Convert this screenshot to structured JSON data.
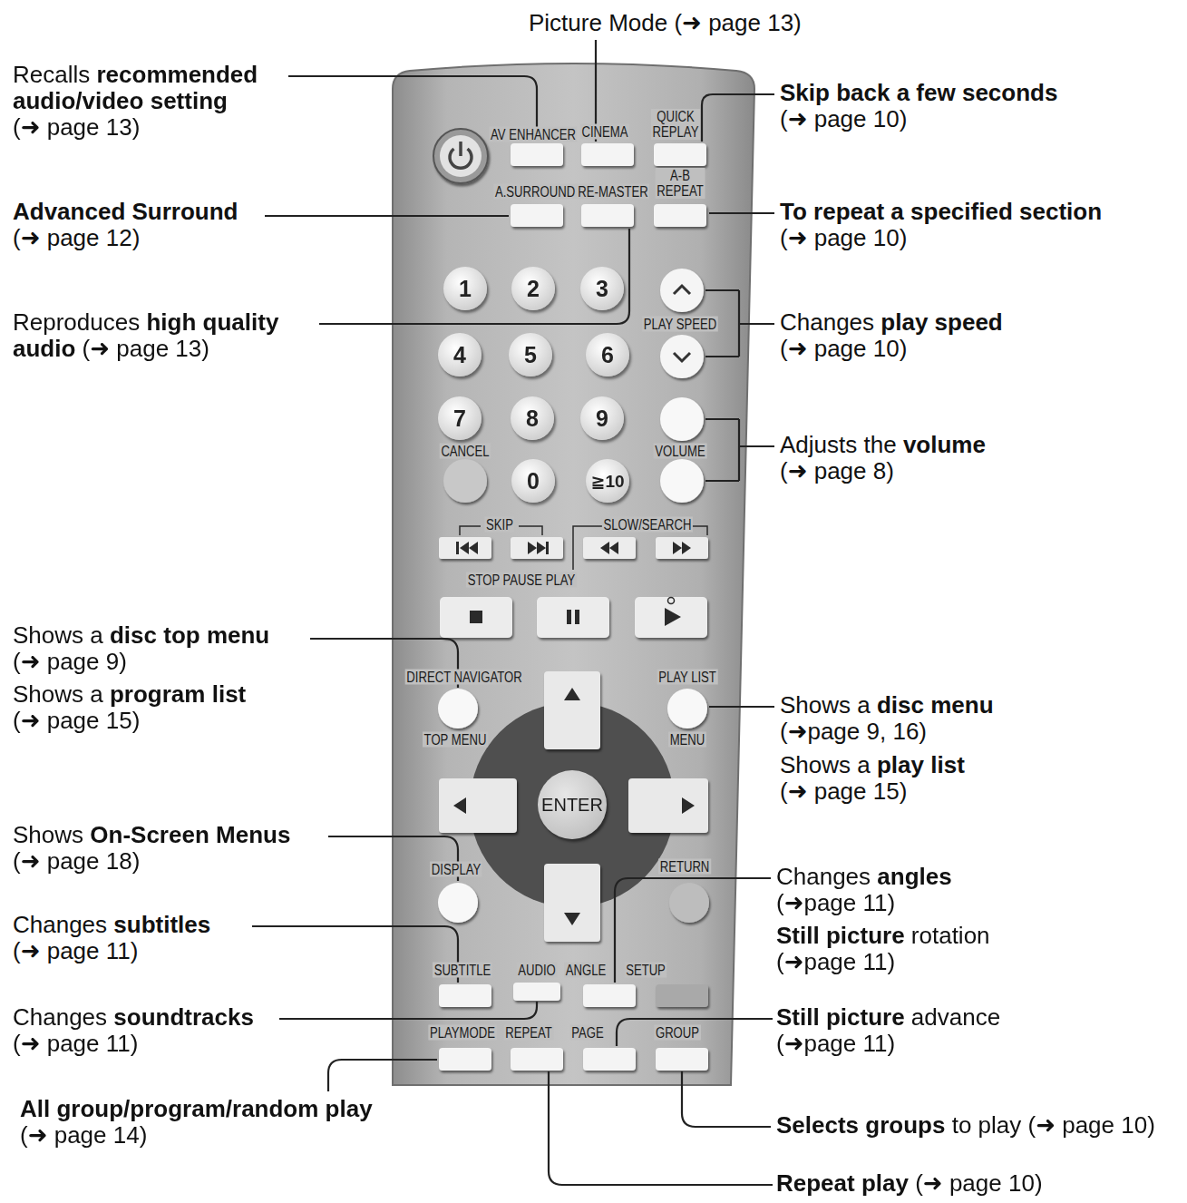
{
  "diagram": {
    "nodes": [
      {
        "text": [
          "1"
        ]
      },
      {
        "text": [
          "2"
        ]
      },
      {
        "text": [
          "3"
        ]
      },
      {
        "text": [
          "4"
        ]
      },
      {
        "text": [
          "5"
        ]
      },
      {
        "text": [
          "6"
        ]
      },
      {
        "text": [
          "7"
        ]
      },
      {
        "text": [
          "8"
        ]
      },
      {
        "text": [
          "9"
        ]
      },
      {
        "text": [
          "0"
        ]
      },
      {
        "text": [
          "≧10"
        ]
      },
      {
        "text": [
          "ENTER"
        ]
      }
    ],
    "labels": [
      "Picture Mode (➜ page 13)",
      "Recalls recommended audio/video setting (➜ page 13)",
      "Skip back a few seconds (➜ page 10)",
      "Advanced Surround (➜ page 12)",
      "To repeat a specified section (➜ page 10)",
      "Reproduces high quality audio (➜ page 13)",
      "Changes play speed (➜ page 10)",
      "Adjusts the volume (➜ page 8)",
      "Shows a disc top menu (➜ page 9)",
      "Shows a program list (➜ page 15)",
      "Shows a disc menu (➜page 9, 16)",
      "Shows a play list (➜ page 15)",
      "Shows On-Screen Menus (➜ page 18)",
      "Changes angles (➜page 11)",
      "Still picture rotation (➜page 11)",
      "Changes subtitles (➜ page 11)",
      "Changes soundtracks (➜ page 11)",
      "Still picture advance (➜page 11)",
      "All group/program/random play (➜ page 14)",
      "Selects groups to play (➜ page 10)",
      "Repeat play (➜ page 10)",
      "AV ENHANCER",
      "CINEMA",
      "QUICK REPLAY",
      "A.SURROUND",
      "RE-MASTER",
      "A-B REPEAT",
      "PLAY SPEED",
      "CANCEL",
      "VOLUME",
      "SKIP",
      "SLOW/SEARCH",
      "STOP PAUSE PLAY",
      "DIRECT NAVIGATOR",
      "TOP MENU",
      "PLAY LIST",
      "MENU",
      "DISPLAY",
      "RETURN",
      "SUBTITLE",
      "AUDIO",
      "ANGLE",
      "SETUP",
      "PLAYMODE",
      "REPEAT",
      "PAGE",
      "GROUP"
    ]
  }
}
